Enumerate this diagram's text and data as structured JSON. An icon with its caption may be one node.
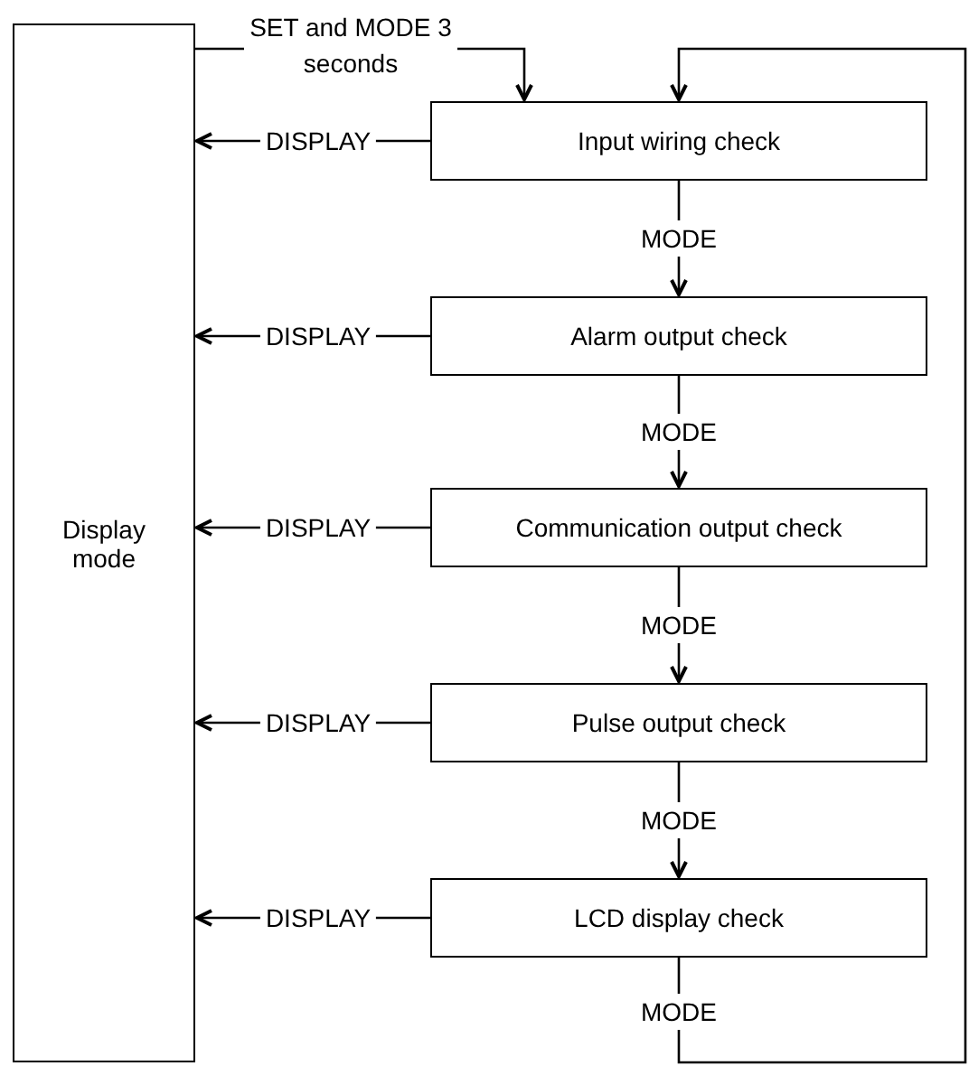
{
  "diagram": {
    "nodes": [
      {
        "text": [
          "Display mode"
        ]
      },
      {
        "text": [
          "Input wiring check"
        ]
      },
      {
        "text": [
          "Alarm output check"
        ]
      },
      {
        "text": [
          "Communication output check"
        ]
      },
      {
        "text": [
          "Pulse output check"
        ]
      },
      {
        "text": [
          "LCD display check"
        ]
      }
    ],
    "edges": [
      {
        "from": 0,
        "to": 1,
        "arrow": "to",
        "label": "SET and MODE 3 seconds"
      },
      {
        "from": 1,
        "to": 0,
        "arrow": "to",
        "label": "DISPLAY"
      },
      {
        "from": 2,
        "to": 0,
        "arrow": "to",
        "label": "DISPLAY"
      },
      {
        "from": 3,
        "to": 0,
        "arrow": "to",
        "label": "DISPLAY"
      },
      {
        "from": 4,
        "to": 0,
        "arrow": "to",
        "label": "DISPLAY"
      },
      {
        "from": 5,
        "to": 0,
        "arrow": "to",
        "label": "DISPLAY"
      },
      {
        "from": 1,
        "to": 2,
        "arrow": "to",
        "label": "MODE"
      },
      {
        "from": 2,
        "to": 3,
        "arrow": "to",
        "label": "MODE"
      },
      {
        "from": 3,
        "to": 4,
        "arrow": "to",
        "label": "MODE"
      },
      {
        "from": 4,
        "to": 5,
        "arrow": "to",
        "label": "MODE"
      },
      {
        "from": 5,
        "to": 1,
        "arrow": "to",
        "label": "MODE"
      }
    ]
  }
}
